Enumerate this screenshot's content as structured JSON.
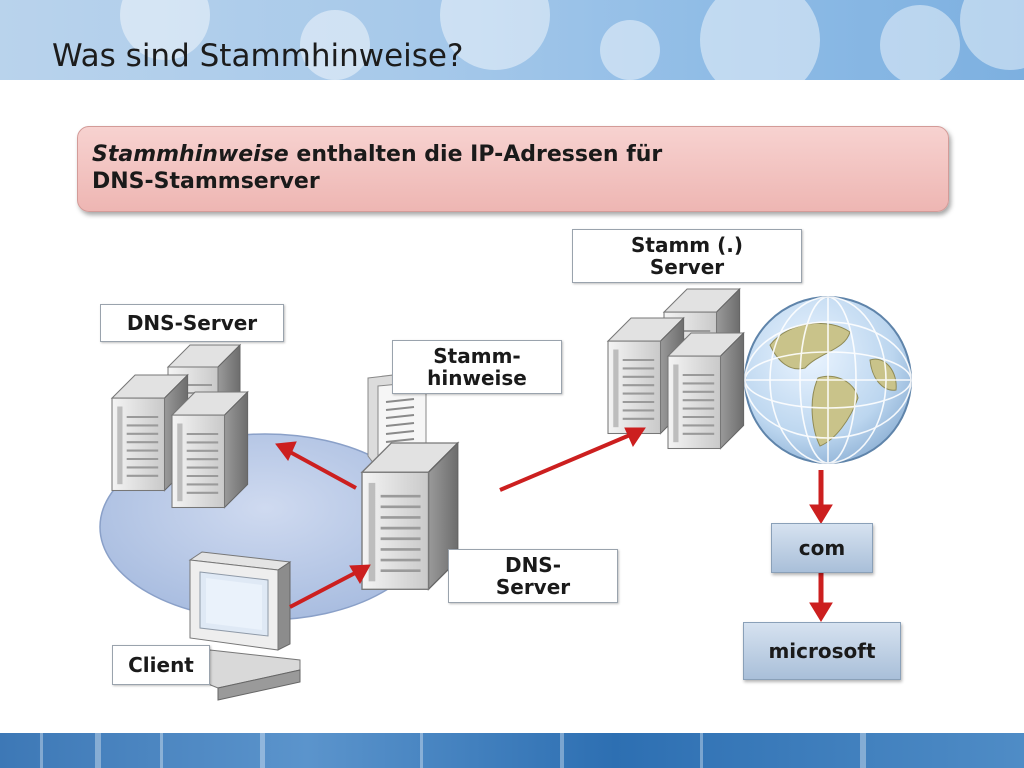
{
  "slide": {
    "title": "Was sind Stammhinweise?",
    "banner": {
      "italic": "Stammhinweise",
      "rest_line1": " enthalten die IP-Adressen für",
      "line2": "DNS-Stammserver"
    }
  },
  "labels": {
    "dns_server_left": "DNS-Server",
    "client": "Client",
    "root_hints": "Stamm-\nhinweise",
    "dns_server_center": "DNS-\nServer",
    "root_server": "Stamm (.)\nServer",
    "com": "com",
    "microsoft": "microsoft"
  },
  "icons": [
    "server-icon",
    "document-icon",
    "computer-icon",
    "globe-icon",
    "arrow-icon"
  ],
  "colors": {
    "arrow": "#cc1f1f",
    "banner": "#f2c1be",
    "ellipse": "#b8c8e6",
    "domain_box": "#b7cbe2"
  }
}
